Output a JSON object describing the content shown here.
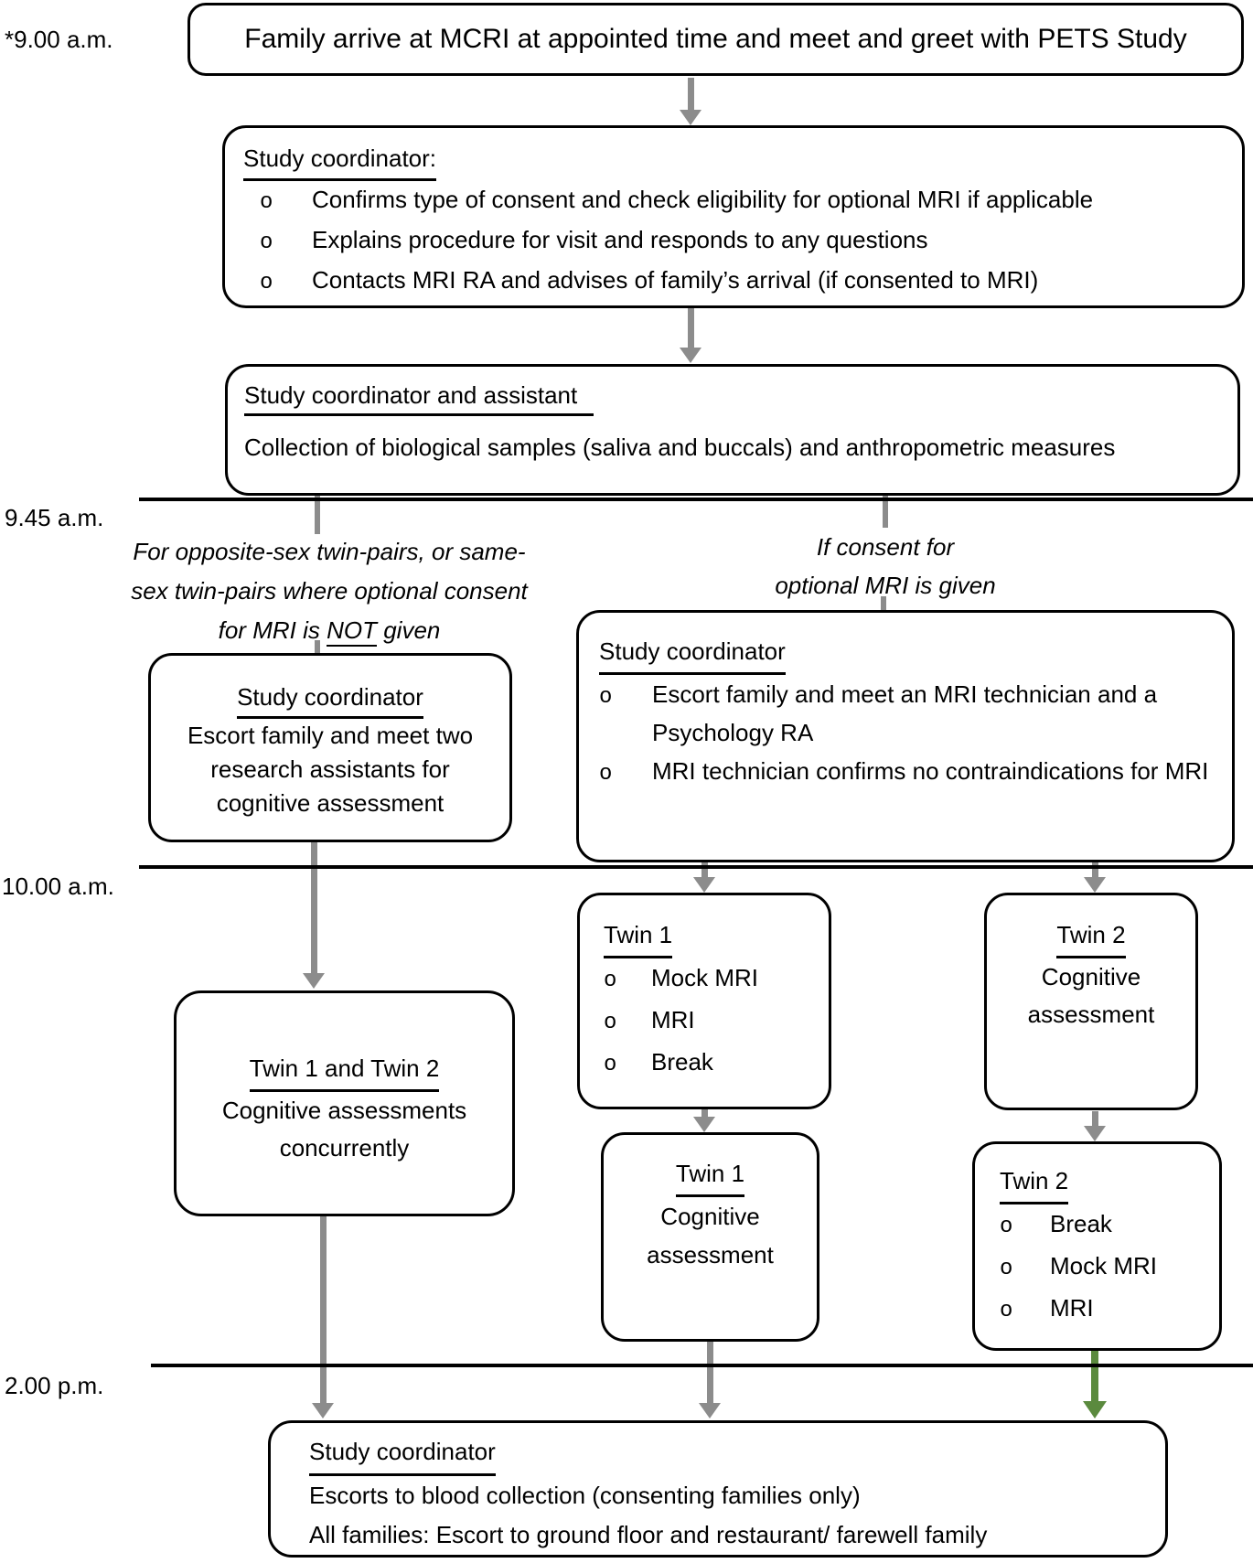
{
  "colors": {
    "arrow_gray": "#8c8c8c",
    "arrow_green": "#5b8a3e",
    "line_black": "#000000"
  },
  "bullet_glyph": "o",
  "time_labels": {
    "t900": "*9.00 a.m.",
    "t945": "9.45 a.m.",
    "t1000": "10.00 a.m.",
    "t1400": "2.00 p.m."
  },
  "boxes": {
    "arrival": {
      "text": "Family arrive at MCRI at appointed time and meet and greet with PETS Study"
    },
    "checkin": {
      "title": "Study coordinator:",
      "bullet1": "Confirms type of consent and check eligibility for optional MRI if applicable",
      "bullet2": "Explains procedure for visit and responds to any questions",
      "bullet3": "Contacts MRI RA and advises of family’s arrival (if consented to MRI)"
    },
    "samples": {
      "title": "Study coordinator and assistant",
      "body": "Collection of biological samples (saliva and buccals) and anthropometric measures"
    },
    "escort_cognitive": {
      "title": "Study coordinator",
      "line1": "Escort family and meet two",
      "line2": "research assistants for",
      "line3": "cognitive assessment"
    },
    "escort_mri": {
      "title": "Study coordinator",
      "bullet1": "Escort family and meet an MRI technician and a Psychology RA",
      "bullet2": "MRI technician confirms no contraindications for MRI"
    },
    "concurrent": {
      "title": "Twin 1 and Twin 2",
      "line1": "Cognitive assessments",
      "line2": "concurrently"
    },
    "twin1_mri": {
      "title": "Twin 1",
      "bullet1": "Mock MRI",
      "bullet2": "MRI",
      "bullet3": "Break"
    },
    "twin2_cognitive": {
      "title": "Twin 2",
      "line1": "Cognitive",
      "line2": "assessment"
    },
    "twin1_cognitive": {
      "title": "Twin 1",
      "line1": "Cognitive",
      "line2": "assessment"
    },
    "twin2_mri": {
      "title": "Twin 2",
      "bullet1": "Break",
      "bullet2": "Mock MRI",
      "bullet3": "MRI"
    },
    "farewell": {
      "title": "Study coordinator",
      "line1": "Escorts to blood collection (consenting families only)",
      "line2": "All families: Escort to ground floor and restaurant/ farewell family"
    }
  },
  "captions": {
    "no_mri": {
      "line1": "For opposite-sex twin-pairs, or same-",
      "line2": "sex twin-pairs where optional consent",
      "line3_pre": "for MRI is",
      "line3_underlined": "NOT",
      "line3_post": "given"
    },
    "mri": {
      "line1": "If consent for",
      "line2": "optional MRI is given"
    }
  }
}
